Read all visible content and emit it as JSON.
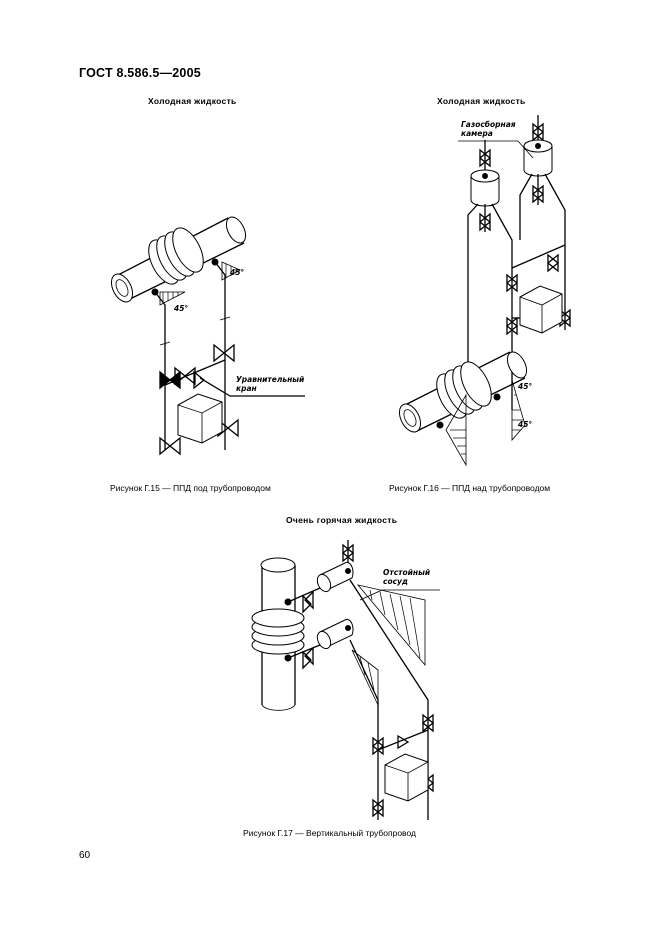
{
  "header": {
    "standard": "ГОСТ 8.586.5—2005"
  },
  "figures": [
    {
      "id": "fig15",
      "title": "Холодная жидкость",
      "caption": "Рисунок Г.15 — ППД под трубопроводом",
      "labels": {
        "angle_top": "45°",
        "angle_bottom": "45°",
        "valve_label": "Уравнительный\nкран"
      }
    },
    {
      "id": "fig16",
      "title": "Холодная жидкость",
      "caption": "Рисунок Г.16 — ППД над трубопроводом",
      "labels": {
        "chamber_label": "Газосборная\nкамера",
        "angle_top": "45°",
        "angle_bottom": "45°"
      }
    },
    {
      "id": "fig17",
      "title": "Очень горячая жидкость",
      "caption": "Рисунок Г.17 — Вертикальный трубопровод",
      "labels": {
        "vessel_label": "Отстойный\nсосуд"
      }
    }
  ],
  "footer": {
    "page_number": "60"
  }
}
